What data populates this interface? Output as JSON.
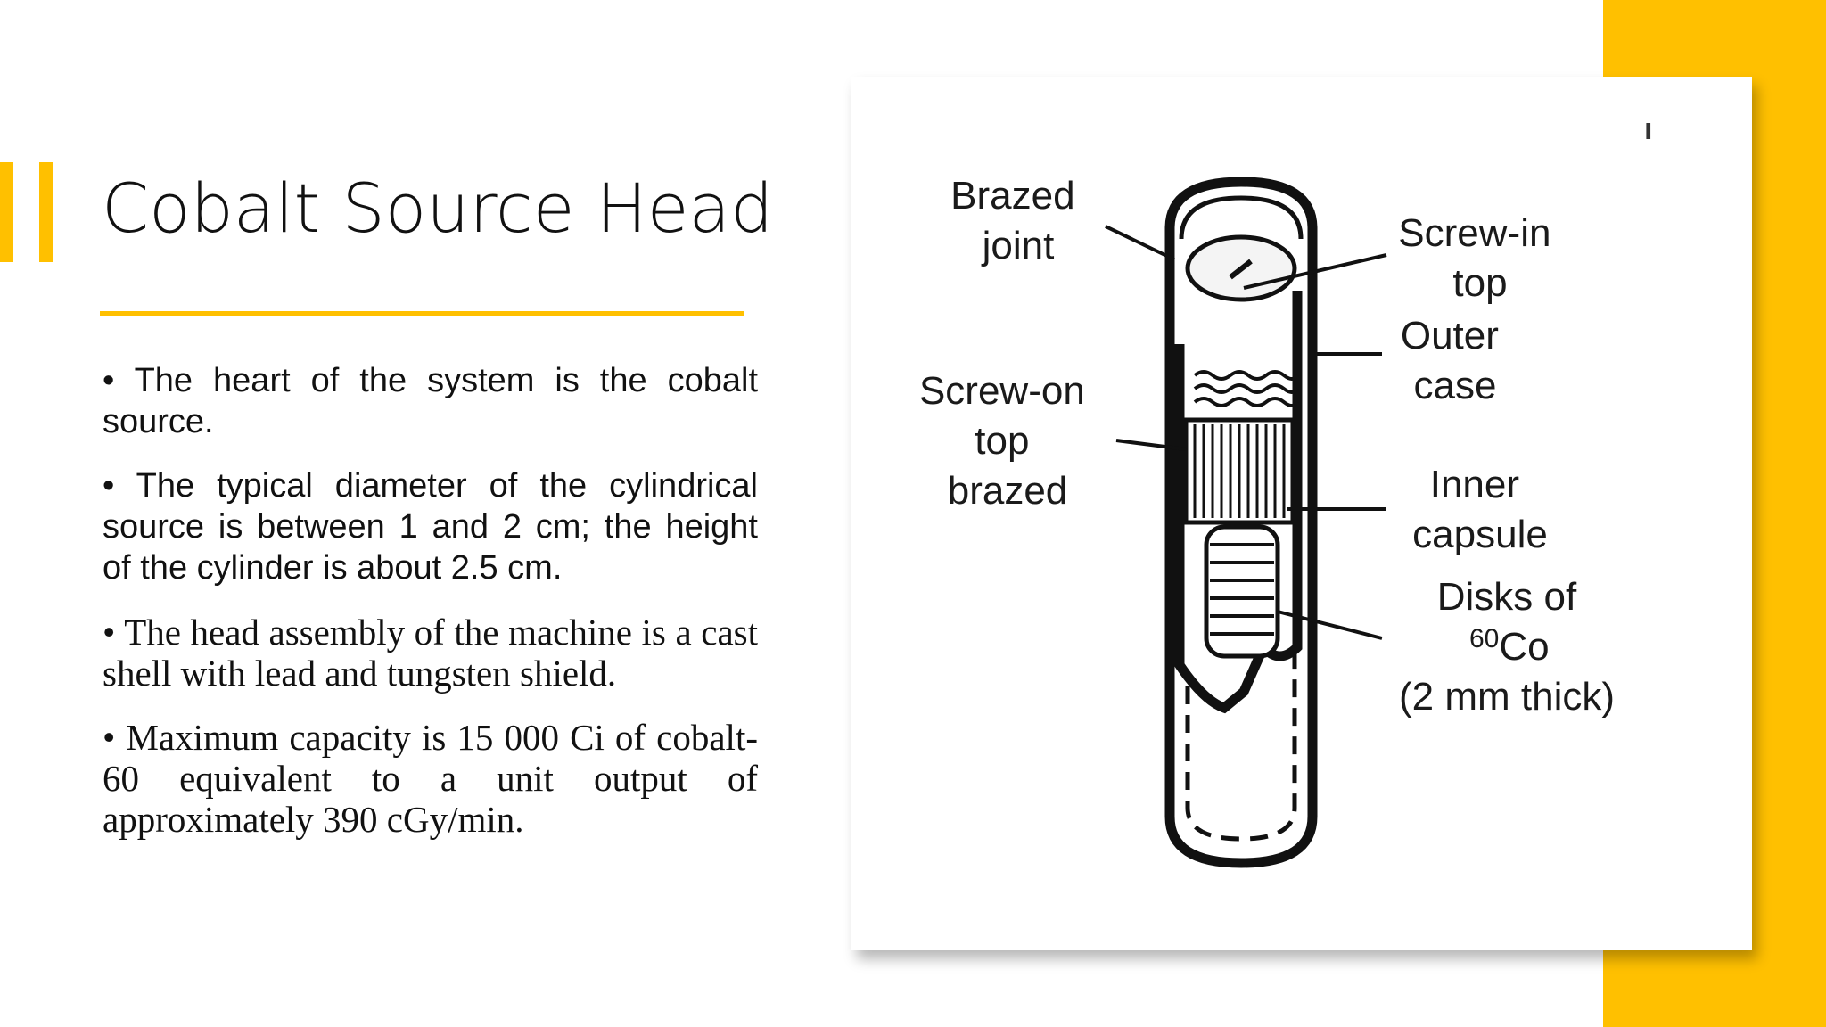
{
  "slide": {
    "title": "Cobalt Source Head",
    "bullets": [
      "• The heart of the system is the cobalt source.",
      "• The typical diameter of the cylindrical source is between 1 and 2 cm; the height of the cylinder is about 2.5 cm.",
      "• The head assembly of the machine is a cast shell with lead and tungsten shield.",
      "• Maximum capacity is 15 000 Ci of cobalt-60 equivalent to a unit output of approximately 390 cGy/min."
    ],
    "accent_color": "#FFC000"
  },
  "figure": {
    "corner_mark": "ı",
    "labels": {
      "brazed_joint": [
        "Brazed",
        "joint"
      ],
      "screw_on_top": [
        "Screw-on",
        "top",
        "brazed"
      ],
      "screw_in_top": [
        "Screw-in",
        "top"
      ],
      "outer_case": [
        "Outer",
        "case"
      ],
      "inner_capsule": [
        "Inner",
        "capsule"
      ],
      "disks_line1": "Disks of",
      "disks_sup": "60",
      "disks_element": "Co",
      "disks_thickness": "(2 mm thick)"
    }
  }
}
